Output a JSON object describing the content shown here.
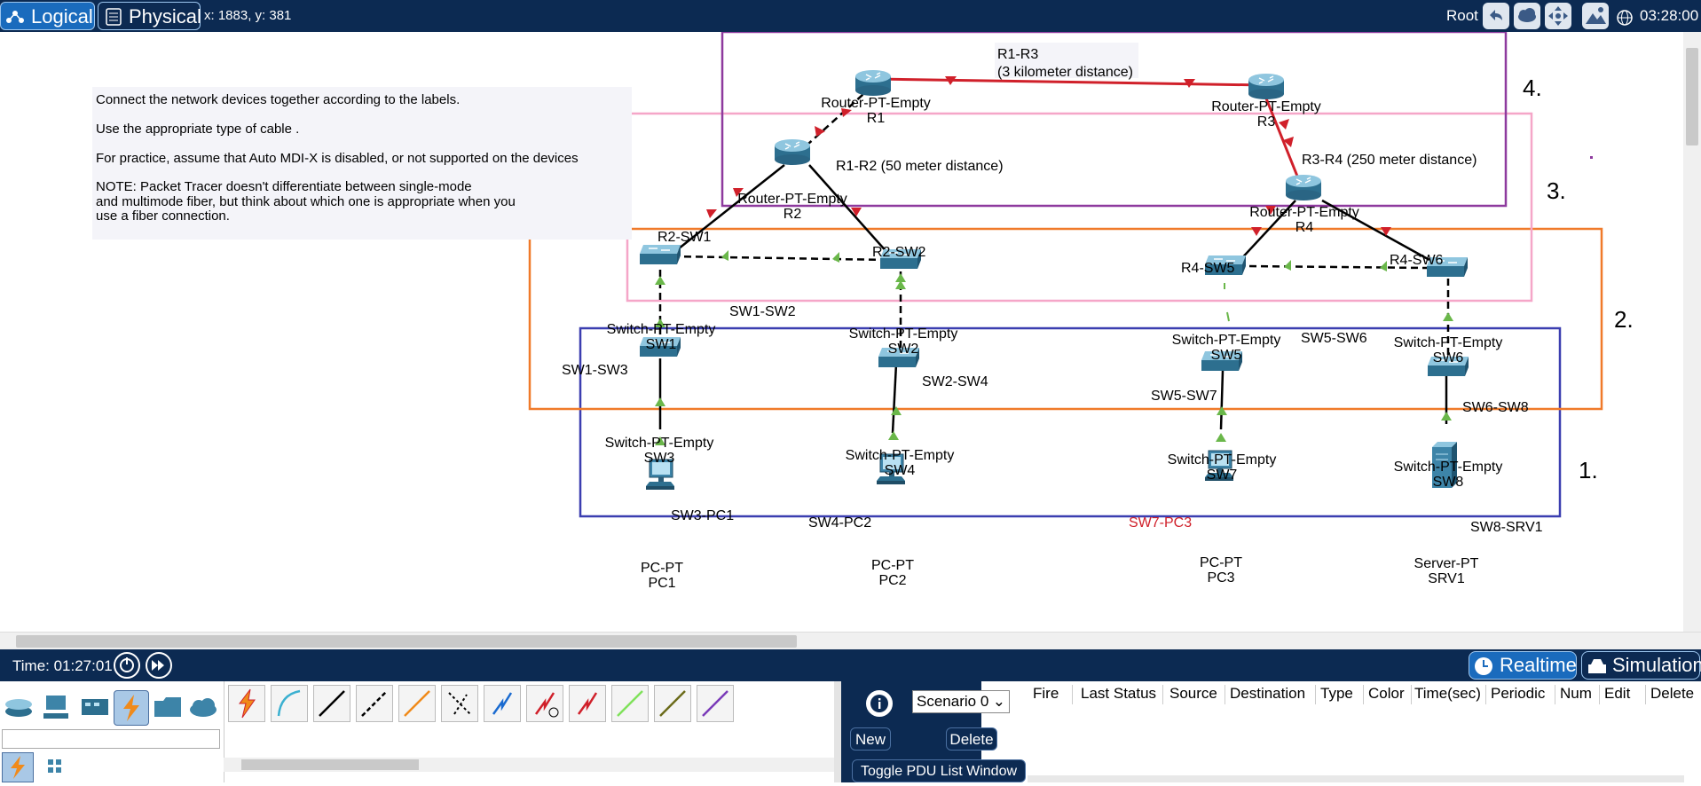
{
  "topbar": {
    "logical_label": "Logical",
    "physical_label": "Physical",
    "coords": "x: 1883, y: 381",
    "root_label": "Root",
    "clock": "03:28:00"
  },
  "instructions": {
    "line1": "Connect the network devices together according to the labels.",
    "line2": "Use the appropriate type of cable .",
    "line3": "For practice, assume that Auto MDI-X is disabled, or not supported on the devices",
    "line4": "NOTE: Packet Tracer doesn't differentiate between single-mode",
    "line5": "and multimode fiber, but think about which one is appropriate when you",
    "line6": "use a fiber connection."
  },
  "zones": [
    {
      "label": "1.",
      "color": "#3b3eb0"
    },
    {
      "label": "2.",
      "color": "#f07a2a"
    },
    {
      "label": "3.",
      "color": "#f5a6c8"
    },
    {
      "label": "4.",
      "color": "#8e3a9e"
    }
  ],
  "devices": {
    "r1": {
      "model": "Router-PT-Empty",
      "name": "R1"
    },
    "r2": {
      "model": "Router-PT-Empty",
      "name": "R2"
    },
    "r3": {
      "model": "Router-PT-Empty",
      "name": "R3"
    },
    "r4": {
      "model": "Router-PT-Empty",
      "name": "R4"
    },
    "sw1": {
      "model": "Switch-PT-Empty",
      "name": "SW1"
    },
    "sw2": {
      "model": "Switch-PT-Empty",
      "name": "SW2"
    },
    "sw3": {
      "model": "Switch-PT-Empty",
      "name": "SW3"
    },
    "sw4": {
      "model": "Switch-PT-Empty",
      "name": "SW4"
    },
    "sw5": {
      "model": "Switch-PT-Empty",
      "name": "SW5"
    },
    "sw6": {
      "model": "Switch-PT-Empty",
      "name": "SW6"
    },
    "sw7": {
      "model": "Switch-PT-Empty",
      "name": "SW7"
    },
    "sw8": {
      "model": "Switch-PT-Empty",
      "name": "SW8"
    },
    "pc1": {
      "model": "PC-PT",
      "name": "PC1"
    },
    "pc2": {
      "model": "PC-PT",
      "name": "PC2"
    },
    "pc3": {
      "model": "PC-PT",
      "name": "PC3"
    },
    "srv1": {
      "model": "Server-PT",
      "name": "SRV1"
    }
  },
  "links": {
    "r1_r3_a": "R1-R3",
    "r1_r3_b": "(3 kilometer distance)",
    "r1_r2": "R1-R2 (50 meter distance)",
    "r3_r4": "R3-R4 (250 meter distance)",
    "r2_sw1": "R2-SW1",
    "r2_sw2": "R2-SW2",
    "r4_sw5": "R4-SW5",
    "r4_sw6": "R4-SW6",
    "sw1_sw2": "SW1-SW2",
    "sw5_sw6": "SW5-SW6",
    "sw1_sw3": "SW1-SW3",
    "sw2_sw4": "SW2-SW4",
    "sw5_sw7": "SW5-SW7",
    "sw6_sw8": "SW6-SW8",
    "sw3_pc1": "SW3-PC1",
    "sw4_pc2": "SW4-PC2",
    "sw7_pc3": "SW7-PC3",
    "sw8_srv1": "SW8-SRV1"
  },
  "timebar": {
    "time": "Time: 01:27:01",
    "realtime": "Realtime",
    "simulation": "Simulation"
  },
  "pdu": {
    "scenario": "Scenario 0",
    "new_label": "New",
    "delete_label": "Delete",
    "toggle_label": "Toggle PDU List Window",
    "columns": [
      "Fire",
      "Last Status",
      "Source",
      "Destination",
      "Type",
      "Color",
      "Time(sec)",
      "Periodic",
      "Num",
      "Edit",
      "Delete"
    ]
  },
  "colors": {
    "toolbar_bg": "#0c2a52",
    "accent": "#1a6bbd",
    "link_red": "#d0202a",
    "arrow_green": "#6ab74a"
  }
}
